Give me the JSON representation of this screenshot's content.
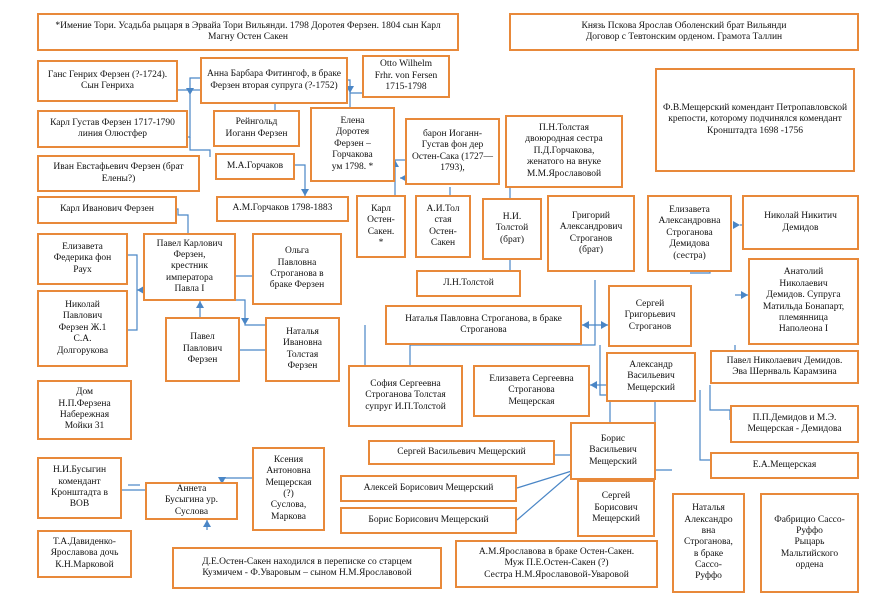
{
  "boxes": {
    "b01": "*Имение Тори. Усадьба рыцаря в Эрвайа Тори Вильянди. 1798 Доротея Ферзен. 1804 сын Карл Магну Остен Сакен",
    "b02": "Князь Пскова Ярослав Оболенский брат Вильянди\nДоговор с Тевтонским орденом. Грамота Таллин",
    "b03": "Ганс Генрих Ферзен (?-1724). Сын Генриха",
    "b04": "Анна Барбара Фитингоф, в браке Ферзен вторая супруга (?-1752)",
    "b05": "Otto Wilhelm\nFrhr. von Fersen\n1715-1798",
    "b06": "Карл Густав Ферзен 1717-1790 линия Олюстфер",
    "b07": "Рейнгольд\nИоганн Ферзен",
    "b08": "Елена\nДоротея\nФерзен –\nГорчакова\nум 1798. *",
    "b09": "барон Иоганн-Густав фон дер Остен-Сака (1727—1793),",
    "b10": "П.Н.Толстая\nдвоюродная сестра\nП.Д.Горчакова,\nженатого на внуке\nМ.М.Ярославовой",
    "b11": "Ф.В.Мещерский комендант Петропавловской крепости, которому подчинялся комендант Кронштадта 1698 -1756",
    "b12": "Иван Евстафьевич Ферзен (брат Елены?)",
    "b13": "М.А.Горчаков",
    "b14": "Карл Иванович Ферзен",
    "b15": "А.М.Горчаков 1798-1883",
    "b16": "Карл\nОстен-\nСакен.\n*",
    "b17": "А.И.Тол\nстая\nОстен-\nСакен",
    "b18": "Н.И.\nТолстой\n(брат)",
    "b19": "Григорий\nАлександрович\nСтроганов\n(брат)",
    "b20": "Елизавета\nАлександровна\nСтроганова\nДемидова\n(сестра)",
    "b21": "Николай Никитич\nДемидов",
    "b22": "Елизавета\nФедерика фон\nРаух",
    "b23": "Павел Карлович\nФерзен,\nкрестник\nимператора\nПавла I",
    "b24": "Ольга\nПавловна\nСтроганова в\nбраке Ферзен",
    "b25": "Л.Н.Толстой",
    "b26": "Анатолий\nНиколаевич\nДемидов. Супруга\nМатильда Бонапарт,\nплемянница\nНаполеона I",
    "b27": "Николай\nПавлович\nФерзен Ж.1\nС.А.\nДолгорукова",
    "b28": "Павел\nПавлович\nФерзен",
    "b29": "Наталья\nИвановна\nТолстая\nФерзен",
    "b30": "Наталья Павловна Строганова, в браке Строганова",
    "b31": "Сергей\nГригорьевич\nСтроганов",
    "b32": "Павел Николаевич Демидов.\nЭва Шернваль Карамзина",
    "b33": "Дом\nН.П.Ферзена\nНабережная\nМойки 31",
    "b34": "София Сергеевна\nСтроганова Толстая\nсупруг И.П.Толстой",
    "b35": "Елизавета Сергеевна\nСтроганова\nМещерская",
    "b36": "Александр\nВасильевич\nМещерский",
    "b37": "П.П.Демидов и М.Э.\nМещерская - Демидова",
    "b38": "Сергей Васильевич Мещерский",
    "b39": "Борис\nВасильевич\nМещерский",
    "b40": "Е.А.Мещерская",
    "b41": "Ксения\nАнтоновна\nМещерская\n(?)\nСуслова,\nМаркова",
    "b42": "Н.И.Бусыгин\nкомендант\nКронштадта в\nВОВ",
    "b43": "Алексей Борисович Мещерский",
    "b44": "Аннета\nБусыгина ур.\nСуслова",
    "b45": "Сергей\nБорисович\nМещерский",
    "b46": "Борис Борисович Мещерский",
    "b47": "Наталья\nАлександро\nвна\nСтроганова,\nв браке\nСассо-\nРуффо",
    "b48": "Фабрицио Сассо-\nРуффо\nРыцарь\nМальтийского\nордена",
    "b49": "Т.А.Давиденко-\nЯрославова дочь\nК.Н.Марковой",
    "b50": "Д.Е.Остен-Сакен находился в переписке со старцем\nКузмичем - Ф.Уваровым – сыном Н.М.Ярославовой",
    "b51": "А.М.Ярославова в браке Остен-Сакен.\nМуж П.Е.Остен-Сакен (?)\nСестра Н.М.Ярославовой-Уваровой"
  }
}
